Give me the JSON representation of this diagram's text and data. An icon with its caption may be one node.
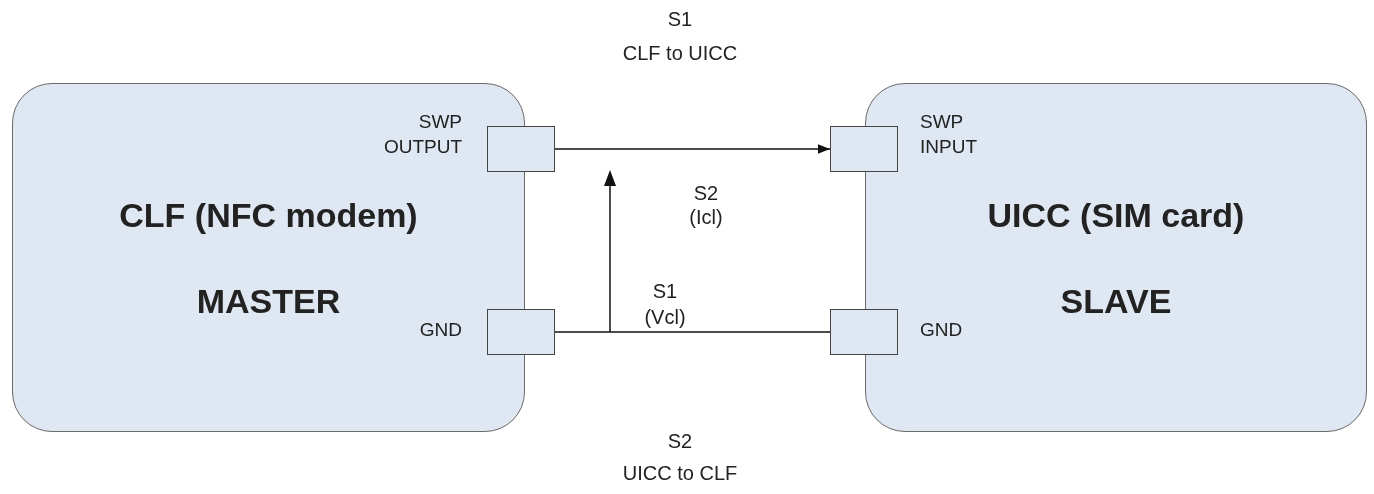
{
  "diagram": {
    "nodes": [
      {
        "text": [
          "CLF (NFC modem)",
          "MASTER"
        ]
      },
      {
        "text": [],
        "shape": "box"
      },
      {
        "text": [],
        "shape": "box"
      },
      {
        "text": [
          "UICC (SIM card)",
          "SLAVE"
        ]
      },
      {
        "text": [],
        "shape": "box"
      },
      {
        "text": [],
        "shape": "box"
      }
    ],
    "edges": [
      {
        "from": 1,
        "to": 4,
        "arrow": "to"
      },
      {
        "from": 2,
        "to": 5,
        "arrow": "none"
      }
    ],
    "labels": [
      "S1",
      "CLF to UICC",
      "SWP OUTPUT",
      "SWP INPUT",
      "S2",
      "(Icl)",
      "S1",
      "(Vcl)",
      "GND",
      "GND",
      "S2",
      "UICC to CLF"
    ]
  }
}
